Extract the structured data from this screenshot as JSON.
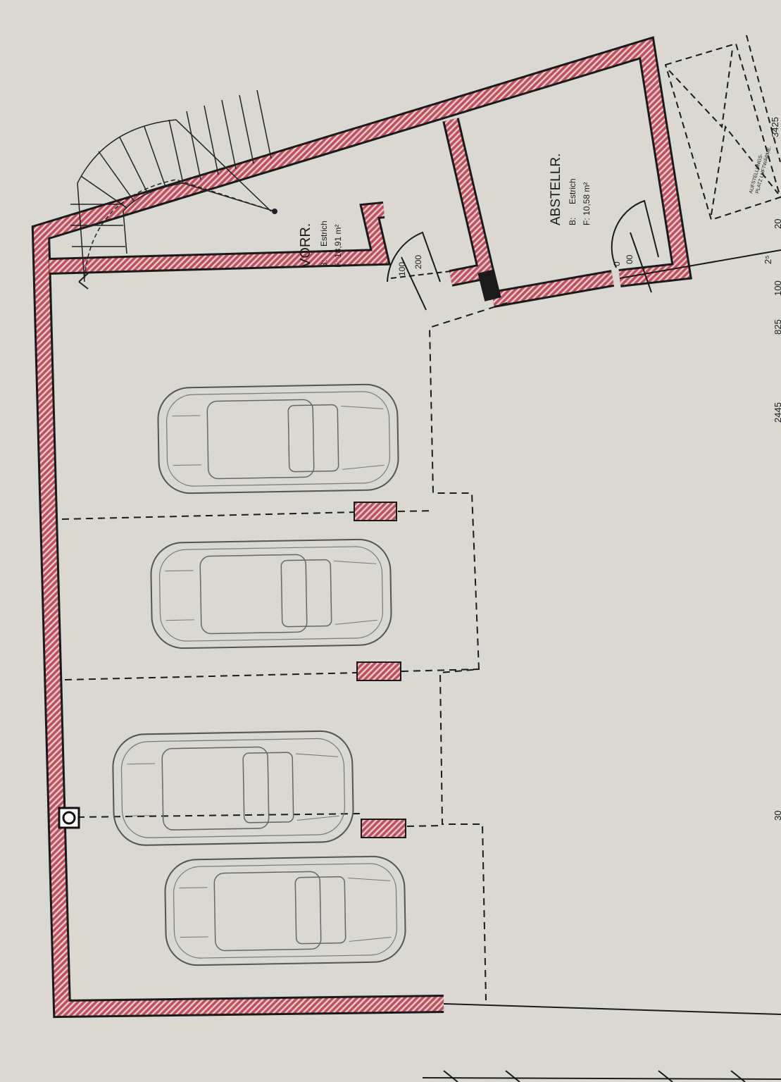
{
  "colors": {
    "paper": "#d9d8d3",
    "wall_fill": "#b9525e",
    "wall_hatch": "#f0c6c8",
    "line": "#1a1a1a"
  },
  "rooms": [
    {
      "name": "VORR.",
      "floor_label": "B:",
      "floor": "Estrich",
      "area_label": "F:",
      "area": "18,91 m²"
    },
    {
      "name": "ABSTELLR.",
      "floor_label": "B:",
      "floor": "Estrich",
      "area_label": "F:",
      "area": "10,58 m²"
    }
  ],
  "doors": [
    {
      "width_label": "100",
      "height_label": "200"
    },
    {
      "width_label": "00",
      "height_label": "0"
    }
  ],
  "equipment": {
    "label_line1": "AUFSTELLUNGS-",
    "label_line2": "PLATZ LUFTWÄRME."
  },
  "dimensions": [
    "3425",
    "2⁵",
    "20",
    "100",
    "825",
    "2445",
    "30"
  ],
  "icons": {
    "column": "column-symbol-icon",
    "stair_arrow": "arrow-icon"
  }
}
